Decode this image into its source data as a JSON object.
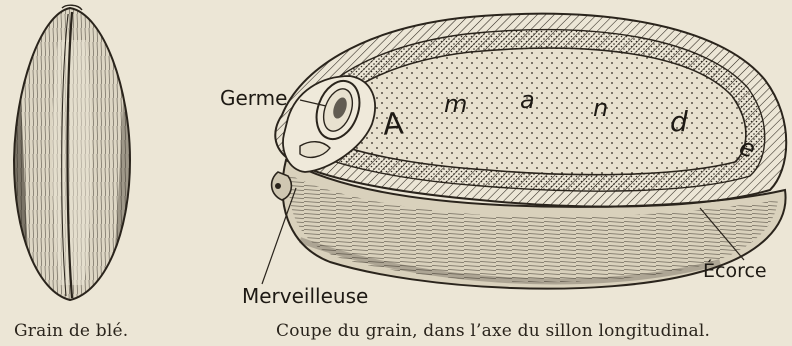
{
  "figure": {
    "labels": {
      "germ": "Germe",
      "endosperm_letters": [
        "A",
        "m",
        "a",
        "n",
        "d",
        "e"
      ],
      "crease": "Merveilleuse",
      "bran": "Écorce"
    },
    "captions": {
      "left": "Grain de blé.",
      "right": "Coupe du grain, dans l’axe du sillon longitudinal."
    }
  }
}
